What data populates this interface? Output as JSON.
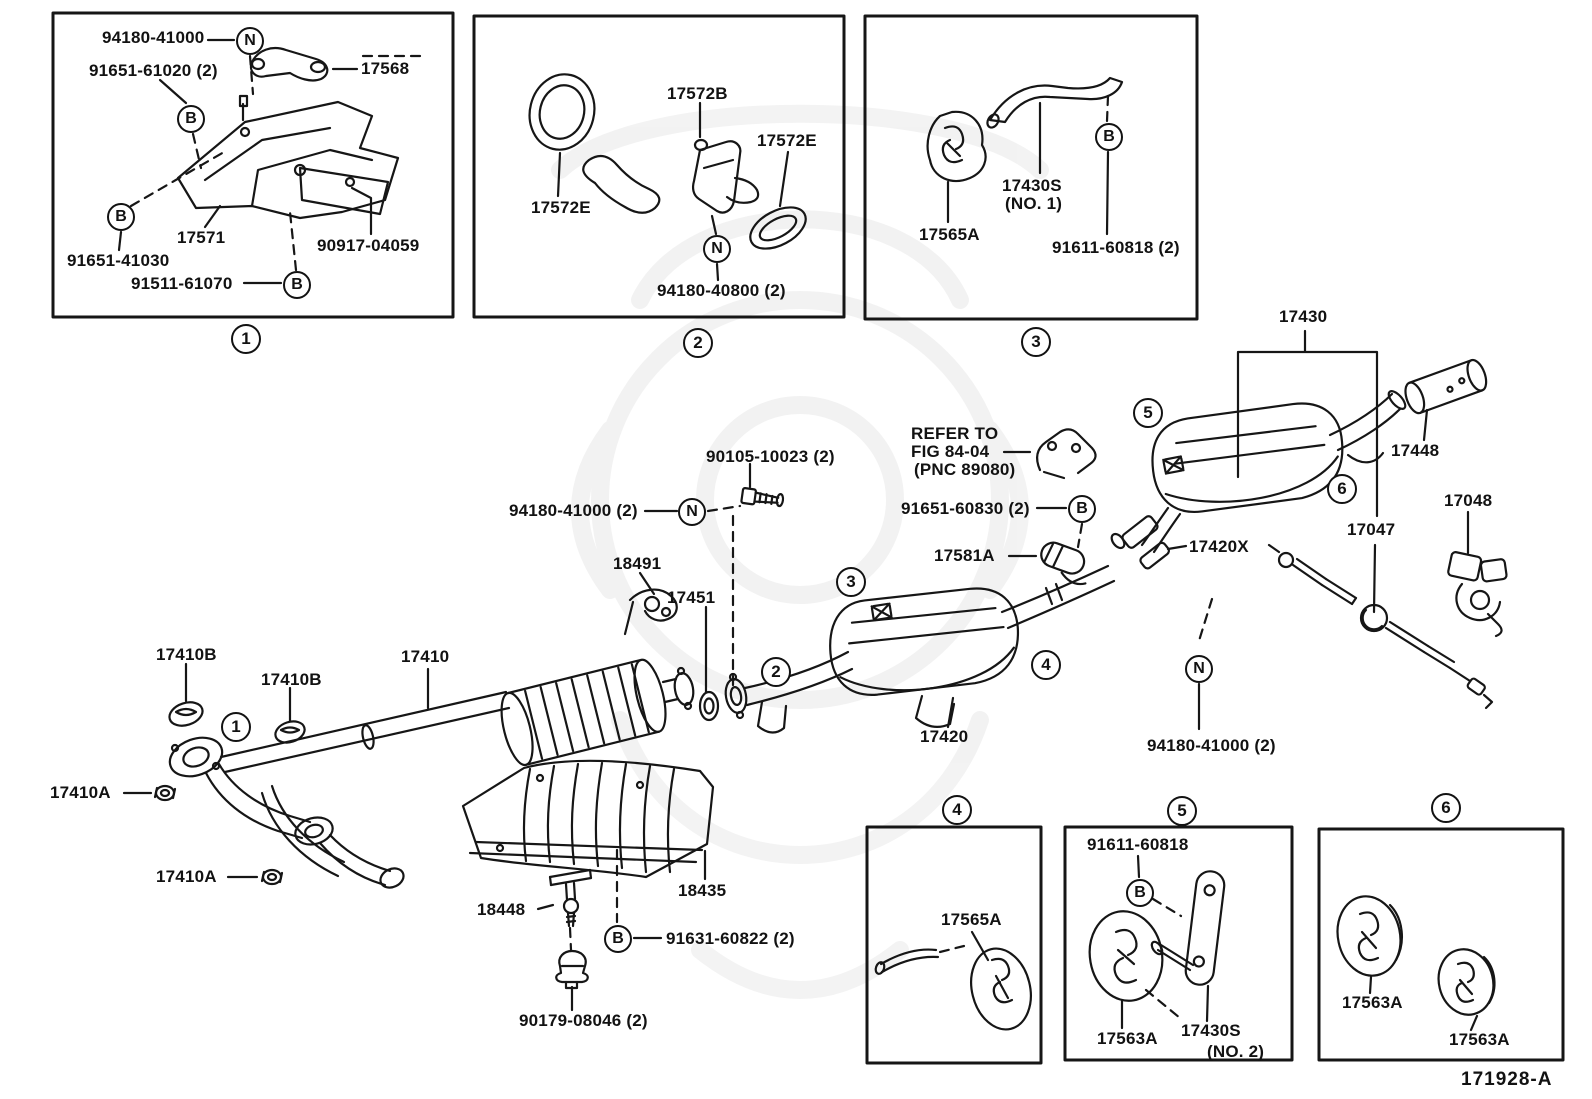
{
  "document": {
    "drawing_number": "171928-A"
  },
  "colors": {
    "line": "#161616",
    "background": "#ffffff"
  },
  "callout_letters": {
    "b": "B",
    "n": "N"
  },
  "view_numbers": {
    "v1": "1",
    "v2": "2",
    "v3": "3",
    "v4": "4",
    "v5": "5",
    "v6": "6"
  },
  "inset1": {
    "label_94180_41000": "94180-41000",
    "label_91651_61020": "91651-61020 (2)",
    "label_17568": "17568",
    "label_17571": "17571",
    "label_90917_04059": "90917-04059",
    "label_91651_41030": "91651-41030",
    "label_91511_61070": "91511-61070"
  },
  "inset2": {
    "label_17572b": "17572B",
    "label_17572e_right": "17572E",
    "label_17572e_left": "17572E",
    "label_94180_40800": "94180-40800 (2)"
  },
  "inset3": {
    "label_17565a": "17565A",
    "label_17430s": "17430S",
    "label_17430s_no": "(NO. 1)",
    "label_91611_60818": "91611-60818 (2)"
  },
  "main": {
    "label_90105_10023": "90105-10023 (2)",
    "label_94180_41000_left": "94180-41000 (2)",
    "label_18491": "18491",
    "label_17451": "17451",
    "refer_line1": "REFER TO",
    "refer_line2": "FIG 84-04",
    "refer_line3": "(PNC 89080)",
    "label_91651_60830": "91651-60830 (2)",
    "label_17581a": "17581A",
    "label_17430": "17430",
    "label_17448": "17448",
    "label_17048": "17048",
    "label_17047": "17047",
    "label_17420x": "17420X",
    "label_17410b_1": "17410B",
    "label_17410b_2": "17410B",
    "label_17410": "17410",
    "label_17410a_1": "17410A",
    "label_17410a_2": "17410A",
    "label_17420": "17420",
    "label_94180_41000_right": "94180-41000 (2)",
    "label_18435": "18435",
    "label_18448": "18448",
    "label_91631_60822": "91631-60822 (2)",
    "label_90179_08046": "90179-08046 (2)"
  },
  "inset4": {
    "label_17565a": "17565A"
  },
  "inset5": {
    "label_91611_60818": "91611-60818",
    "label_17563a": "17563A",
    "label_17430s": "17430S",
    "label_17430s_no": "(NO. 2)"
  },
  "inset6": {
    "label_17563a_left": "17563A",
    "label_17563a_right": "17563A"
  }
}
